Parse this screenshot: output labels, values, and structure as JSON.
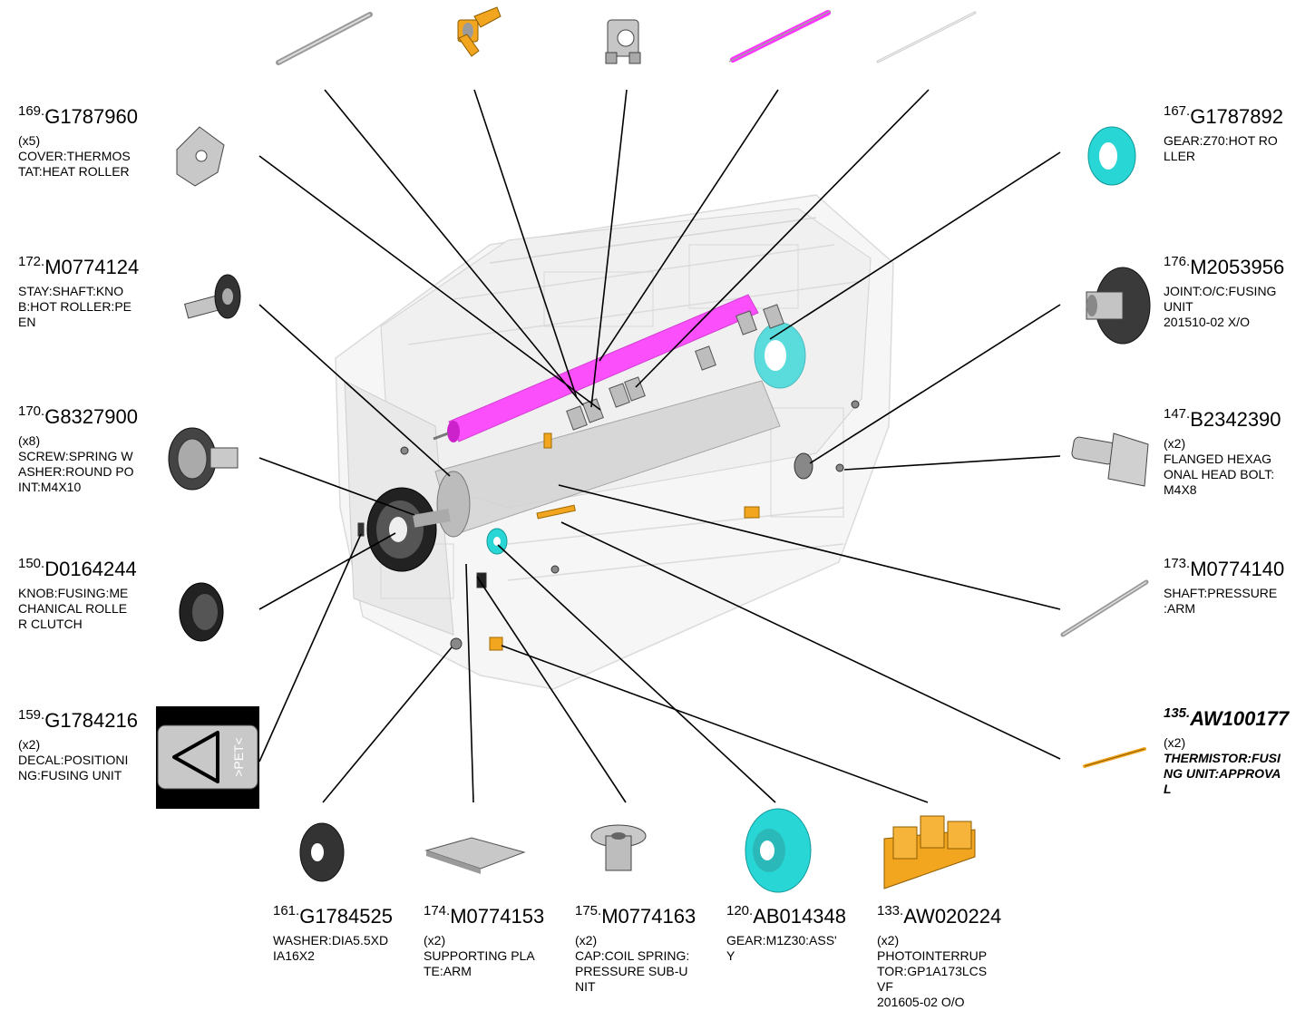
{
  "parts": [
    {
      "ref": "169.",
      "part_no": "G1787960",
      "qty": "(x5)",
      "desc": "COVER:THERMOS\nTAT:HEAT ROLLER"
    },
    {
      "ref": "172.",
      "part_no": "M0774124",
      "qty": "",
      "desc": "STAY:SHAFT:KNO\nB:HOT ROLLER:PE\nEN"
    },
    {
      "ref": "170.",
      "part_no": "G8327900",
      "qty": "(x8)",
      "desc": "SCREW:SPRING W\nASHER:ROUND PO\nINT:M4X10"
    },
    {
      "ref": "150.",
      "part_no": "D0164244",
      "qty": "",
      "desc": "KNOB:FUSING:ME\nCHANICAL ROLLE\nR CLUTCH"
    },
    {
      "ref": "159.",
      "part_no": "G1784216",
      "qty": "(x2)",
      "desc": "DECAL:POSITIONI\nNG:FUSING UNIT"
    },
    {
      "ref": "167.",
      "part_no": "G1787892",
      "qty": "",
      "desc": "GEAR:Z70:HOT RO\nLLER"
    },
    {
      "ref": "176.",
      "part_no": "M2053956",
      "qty": "",
      "desc": "JOINT:O/C:FUSING\n UNIT\n201510-02 X/O"
    },
    {
      "ref": "147.",
      "part_no": "B2342390",
      "qty": "(x2)",
      "desc": "FLANGED HEXAG\nONAL HEAD BOLT:\nM4X8"
    },
    {
      "ref": "173.",
      "part_no": "M0774140",
      "qty": "",
      "desc": "SHAFT:PRESSURE\n:ARM"
    },
    {
      "ref": "135.",
      "part_no": "AW100177",
      "qty": "(x2)",
      "desc": "THERMISTOR:FUSI\nNG UNIT:APPROVA\nL"
    },
    {
      "ref": "161.",
      "part_no": "G1784525",
      "qty": "",
      "desc": "WASHER:DIA5.5XD\nIA16X2"
    },
    {
      "ref": "174.",
      "part_no": "M0774153",
      "qty": "(x2)",
      "desc": "SUPPORTING PLA\nTE:ARM"
    },
    {
      "ref": "175.",
      "part_no": "M0774163",
      "qty": "(x2)",
      "desc": "CAP:COIL SPRING:\nPRESSURE SUB-U\nNIT"
    },
    {
      "ref": "120.",
      "part_no": "AB014348",
      "qty": "",
      "desc": "GEAR:M1Z30:ASS'\nY"
    },
    {
      "ref": "133.",
      "part_no": "AW020224",
      "qty": "(x2)",
      "desc": "PHOTOINTERRUP\nTOR:GP1A173LCS\nVF\n201605-02 O/O"
    }
  ],
  "decal": {
    "text": ">PET<"
  },
  "colors": {
    "highlight_magenta": "#ff33ff",
    "gear_cyan": "#29d6d6",
    "sensor_orange": "#f2a51e",
    "leader_line": "#000000",
    "assembly_gray": "#c8c8c8"
  }
}
